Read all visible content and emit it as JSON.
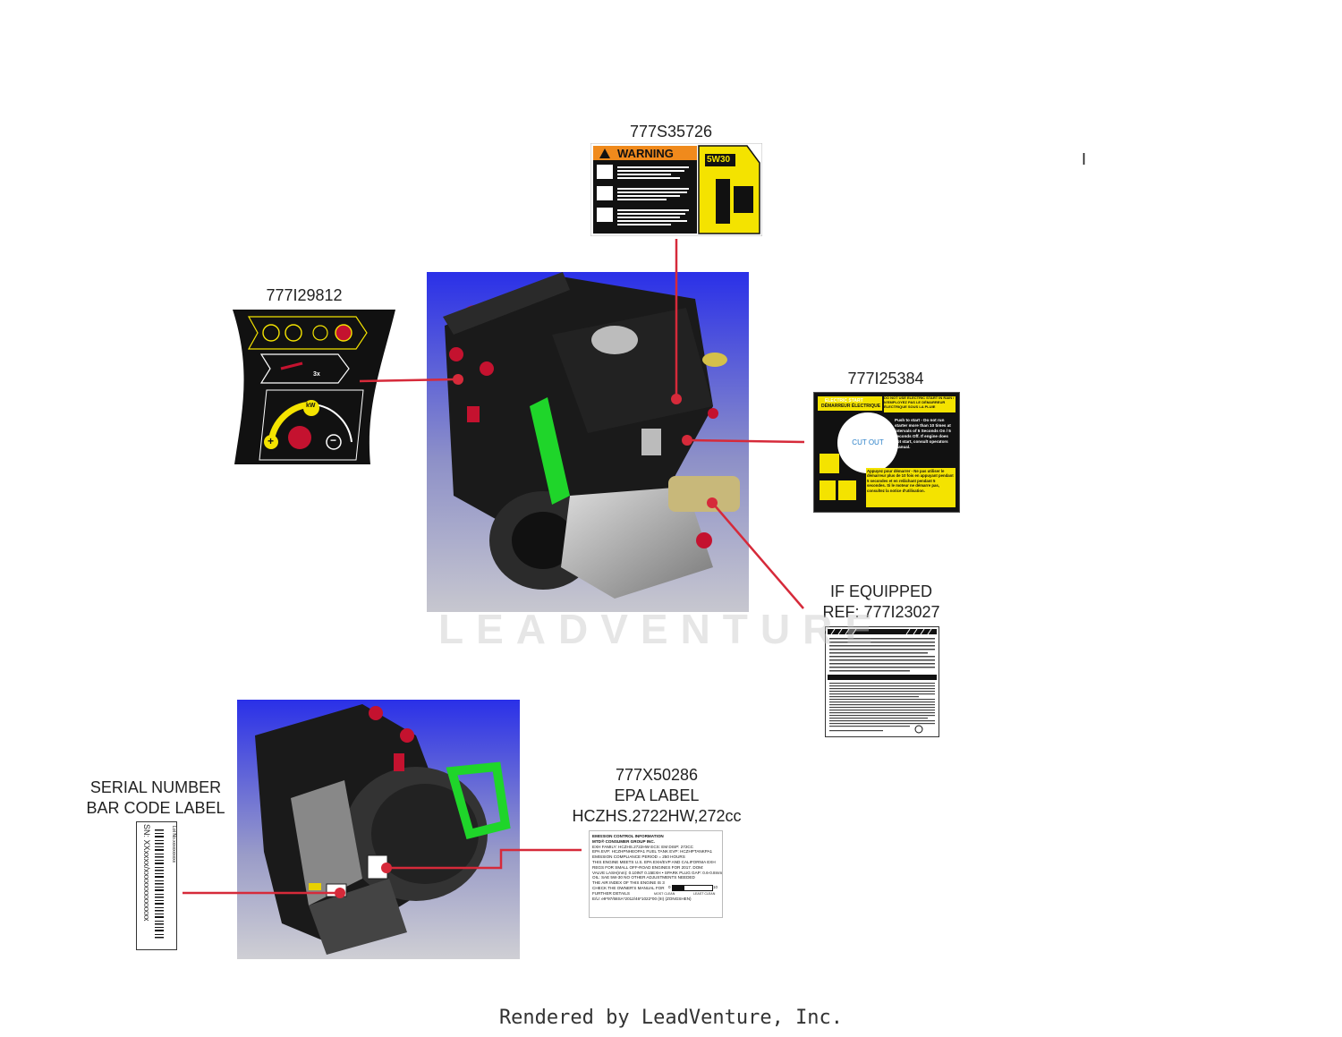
{
  "labels": {
    "warning_top": {
      "part": "777S35726",
      "title": "WARNING",
      "oil": "5W30"
    },
    "control_panel": {
      "part": "777I29812",
      "kw": "kW",
      "times": "3x",
      "plus": "+",
      "minus": "−"
    },
    "electric_start": {
      "part": "777I25384",
      "title_en": "ELECTRIC START",
      "title_fr": "DÉMARREUR ÉLECTRIQUE",
      "rain_warning": "DO NOT USE ELECTRIC START IN RAIN / N'EMPLOYEZ PAS LE DÉMARREUR ÉLECTRIQUE SOUS LA PLUIE",
      "cut_out": "CUT OUT",
      "instructions_en": "Push to start - Do not run starter more than 10 times at intervals of 5 Seconds On / 5 seconds Off. If engine does not start, consult operators manual.",
      "instructions_fr": "Appuyez pour démarrer - Ne pas utiliser le démarreur plus de 10 fois en appuyant pendant 5 secondes et en relâchant pendant 5 secondes. Si le moteur ne démarre pas, consultez la notice d'utilisation."
    },
    "if_equipped": {
      "line1": "IF EQUIPPED",
      "line2": "REF:  777I23027"
    },
    "epa": {
      "part": "777X50286",
      "line2": "EPA LABEL",
      "line3": "HCZHS.2722HW,272cc",
      "l1": "EMISSION CONTROL INFORMATION",
      "l2": "MTD® CONSUMER GROUP INC.",
      "l3": "EXH FAMILY: HCZHS.2722HW      ECS: EM      DISP: 272CC",
      "l4": "EPA EVP: HCZHPNHEOPA1    FUEL TANK EVP: HCZHPTANKPA1",
      "l5": "EMISSION COMPLIANCE PERIOD = 250 HOURS",
      "l6": "THIS ENGINE MEETS U.S. EPA EXH/EVP AND CALIFORNIA EXH",
      "l7": "REGS FOR SMALL OFF-ROAD ENGINES FOR 2017. DOM:",
      "l8": "VALVE LASH(mm): 0.10INT 0.15EXH • SPARK PLUG GAP: 0.6-0.8mm",
      "l9": "OIL: SAE 5W-30      NO OTHER ADJUSTMENTS NEEDED",
      "l10": "THE AIR INDEX OF THIS ENGINE IS  3",
      "l11": "CHECK THE OWNER'S MANUAL FOR",
      "l12": "FURTHER DETAILS",
      "l13": "E/U: e9*97/68SA*2012/46*1022*00 (III) (ZONGSHEN)",
      "scale_lo": "0",
      "scale_hi": "10",
      "most_clean": "MOST CLEAN",
      "least_clean": "LEAST CLEAN"
    },
    "serial": {
      "line1": "SERIAL NUMBER",
      "line2": "BAR CODE LABEL",
      "sn": "SN: XXxxxx/xxxxxxxxxxxxx",
      "lot": "Lot No.xxxxxxxxxx"
    },
    "stray_mark": "I"
  },
  "watermark": "LEADVENTURE",
  "footer": "Rendered by LeadVenture, Inc."
}
